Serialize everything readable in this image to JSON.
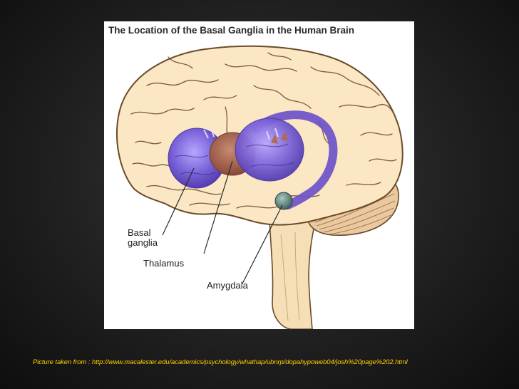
{
  "figure": {
    "title": "The Location of the Basal Ganglia in the Human Brain",
    "labels": {
      "basal_ganglia": "Basal\nganglia",
      "thalamus": "Thalamus",
      "amygdala": "Amygdala"
    }
  },
  "caption": "Picture taken from : http://www.macalester.edu/academics/psychology/whathap/ubnrp/dopahypoweb04/josh%20page%202.html",
  "colors": {
    "slide_background": "#1e1e1e",
    "brain_fill": "#fbe7c4",
    "brain_outline": "#6a4a2a",
    "basal_ganglia": "#7a5fd6",
    "thalamus": "#a8664f",
    "amygdala": "#5f7e7a",
    "caption_text": "#ffd000"
  }
}
